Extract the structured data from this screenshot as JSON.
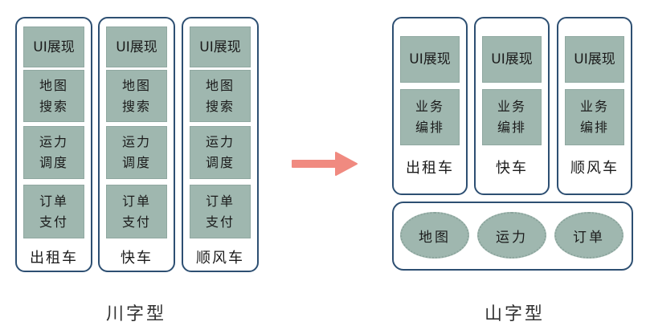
{
  "left_diagram": {
    "label": "川字型",
    "columns": [
      {
        "blocks": [
          "UI展现",
          "地图\n搜索",
          "运力\n调度",
          "订单\n支付"
        ],
        "name": "出租车"
      },
      {
        "blocks": [
          "UI展现",
          "地图\n搜索",
          "运力\n调度",
          "订单\n支付"
        ],
        "name": "快车"
      },
      {
        "blocks": [
          "UI展现",
          "地图\n搜索",
          "运力\n调度",
          "订单\n支付"
        ],
        "name": "顺风车"
      }
    ]
  },
  "right_diagram": {
    "label": "山字型",
    "columns": [
      {
        "blocks": [
          "UI展现",
          "业务\n编排"
        ],
        "name": "出租车"
      },
      {
        "blocks": [
          "UI展现",
          "业务\n编排"
        ],
        "name": "快车"
      },
      {
        "blocks": [
          "UI展现",
          "业务\n编排"
        ],
        "name": "顺风车"
      }
    ],
    "shared_services": [
      "地图",
      "运力",
      "订单"
    ]
  },
  "colors": {
    "border": "#2d4f72",
    "block_fill": "#9fb7af",
    "arrow": "#f08a80"
  },
  "icons": {
    "transition": "right-arrow-icon"
  }
}
